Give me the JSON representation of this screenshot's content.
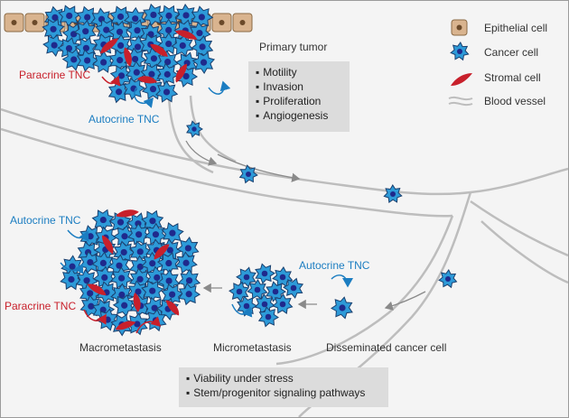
{
  "labels": {
    "primary_tumor": "Primary tumor",
    "paracrine_top": "Paracrine TNC",
    "autocrine_top": "Autocrine TNC",
    "autocrine_left": "Autocrine TNC",
    "paracrine_left": "Paracrine TNC",
    "autocrine_right": "Autocrine TNC",
    "macrometastasis": "Macrometastasis",
    "micrometastasis": "Micrometastasis",
    "disseminated": "Disseminated cancer cell"
  },
  "primary_box": [
    "Motility",
    "Invasion",
    "Proliferation",
    "Angiogenesis"
  ],
  "bottom_box": [
    "Viability under stress",
    "Stem/progenitor signaling pathways"
  ],
  "legend": [
    {
      "label": "Epithelial cell",
      "icon": "epithelial-cell-icon"
    },
    {
      "label": "Cancer cell",
      "icon": "cancer-cell-icon"
    },
    {
      "label": "Stromal cell",
      "icon": "stromal-cell-icon"
    },
    {
      "label": "Blood vessel",
      "icon": "blood-vessel-icon"
    }
  ],
  "colors": {
    "cancer_fill": "#2d9ad8",
    "cancer_stroke": "#1a3f6e",
    "nucleus": "#1f2a8c",
    "stromal": "#c8202b",
    "epithelial_fill": "#d9b48f",
    "epithelial_nucleus": "#6b4a2a",
    "vessel": "#bdbdbd",
    "blue_text": "#1b7dc1",
    "red_text": "#c8202b",
    "box_bg": "#dcdcdc"
  }
}
